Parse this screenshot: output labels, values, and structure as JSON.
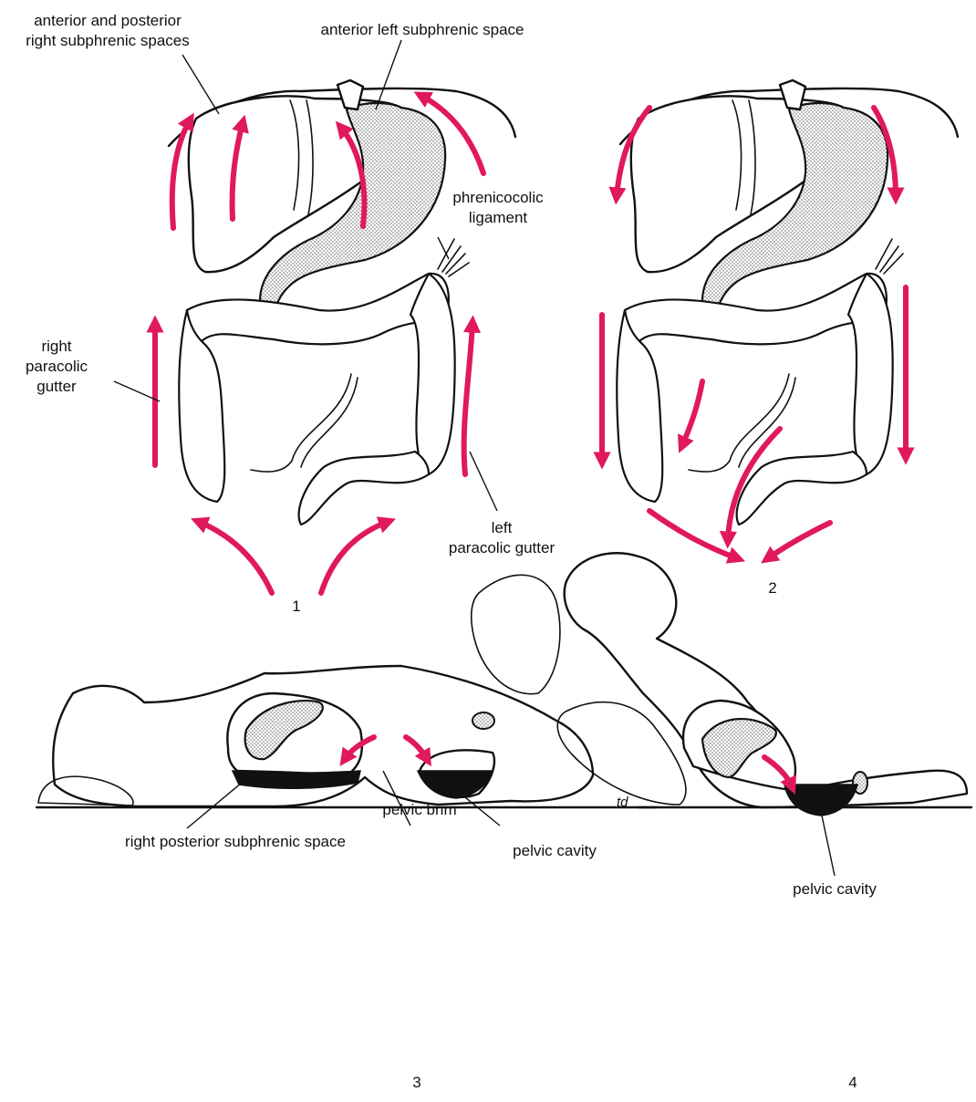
{
  "colors": {
    "arrow": "#e0195a",
    "ink": "#111111",
    "stipple": "#9a9a9a"
  },
  "labels": {
    "right_subphrenic": [
      "anterior and posterior",
      "right subphrenic spaces"
    ],
    "left_subphrenic": "anterior left subphrenic space",
    "phrenicocolic": [
      "phrenicocolic",
      "ligament"
    ],
    "right_gutter": [
      "right",
      "paracolic",
      "gutter"
    ],
    "left_gutter": [
      "left",
      "paracolic gutter"
    ],
    "pelvic_brim": "pelvic brim",
    "right_posterior_subphrenic": "right posterior subphrenic space",
    "pelvic_cavity_3": "pelvic cavity",
    "pelvic_cavity_4": "pelvic cavity",
    "artist_initials": "td"
  },
  "panels": {
    "p1": "1",
    "p2": "2",
    "p3": "3",
    "p4": "4"
  }
}
